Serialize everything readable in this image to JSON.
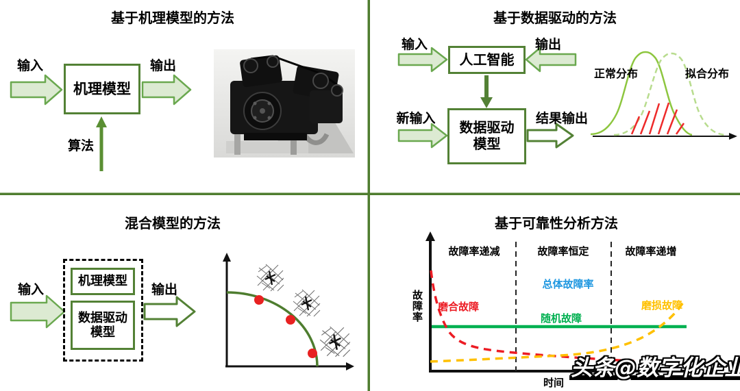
{
  "colors": {
    "divider_green": "#4f7d2f",
    "box_border_green": "#538135",
    "arrow_fill_light": "#dcead2",
    "arrow_stroke_green": "#6aa84f",
    "bell_solid_green": "#8dc63f",
    "bell_dashed_green": "#b8dc8e",
    "hatch_red": "#ee2a2a",
    "dot_red": "#e82121",
    "burn_in_red": "#ec1c24",
    "random_green": "#00b050",
    "wear_out_yellow": "#ffc000",
    "overall_blue": "#1f97e0"
  },
  "q1": {
    "title": "基于机理模型的方法",
    "input": "输入",
    "output": "输出",
    "box": "机理模型",
    "algorithm": "算法",
    "image": "engine-photo"
  },
  "q2": {
    "title": "基于数据驱动的方法",
    "input": "输入",
    "output": "输出",
    "ai_box": "人工智能",
    "new_input": "新输入",
    "model_line1": "数据驱动",
    "model_line2": "模型",
    "result_output": "结果输出",
    "normal_dist": "正常分布",
    "fitted_dist": "拟合分布"
  },
  "q3": {
    "title": "混合模型的方法",
    "input": "输入",
    "output": "输出",
    "box1": "机理模型",
    "box2_line1": "数据驱动",
    "box2_line2": "模型"
  },
  "q4": {
    "title": "基于可靠性分析方法",
    "y_axis": "故障率",
    "x_axis": "时间",
    "regions": [
      "故障率递减",
      "故障率恒定",
      "故障率递增"
    ],
    "burn_in": "磨合故障",
    "overall": "总体故障率",
    "random": "随机故障",
    "wear_out": "磨损故障"
  },
  "watermark": "头条@数字化企业",
  "chart_data": [
    {
      "id": "distribution-comparison",
      "type": "line",
      "series": [
        {
          "name": "正常分布",
          "line": "solid",
          "color": "#8dc63f",
          "shape": "bell",
          "peak_x": 0.38
        },
        {
          "name": "拟合分布",
          "line": "dashed",
          "color": "#b8dc8e",
          "shape": "bell",
          "peak_x": 0.57
        }
      ],
      "annotations": [
        {
          "name": "overlap-region",
          "style": "red-diagonal-hatch"
        }
      ],
      "axes": {
        "x_arrow": true,
        "ticks": false
      }
    },
    {
      "id": "degradation-curve",
      "type": "scatter",
      "curve": "quarter-ellipse-decreasing",
      "curve_color": "#4e7d2f",
      "points_normalized": [
        [
          0.27,
          0.38
        ],
        [
          0.53,
          0.56
        ],
        [
          0.71,
          0.87
        ]
      ],
      "point_color": "#e82121",
      "annotations": [
        "crack-pattern-small",
        "crack-pattern-medium",
        "crack-pattern-large"
      ]
    },
    {
      "id": "bathtub-curve",
      "type": "line",
      "xlabel": "时间",
      "ylabel": "故障率",
      "regions": [
        "故障率递减",
        "故障率恒定",
        "故障率递增"
      ],
      "series": [
        {
          "name": "磨合故障",
          "color": "#ec1c24",
          "line": "dashed",
          "shape": "steep-decreasing-then-flat"
        },
        {
          "name": "随机故障",
          "color": "#00b050",
          "line": "solid",
          "shape": "constant"
        },
        {
          "name": "磨损故障",
          "color": "#ffc000",
          "line": "dashed",
          "shape": "flat-then-increasing"
        },
        {
          "name": "总体故障率",
          "color": "#1f97e0",
          "line": "label-only"
        }
      ]
    }
  ]
}
